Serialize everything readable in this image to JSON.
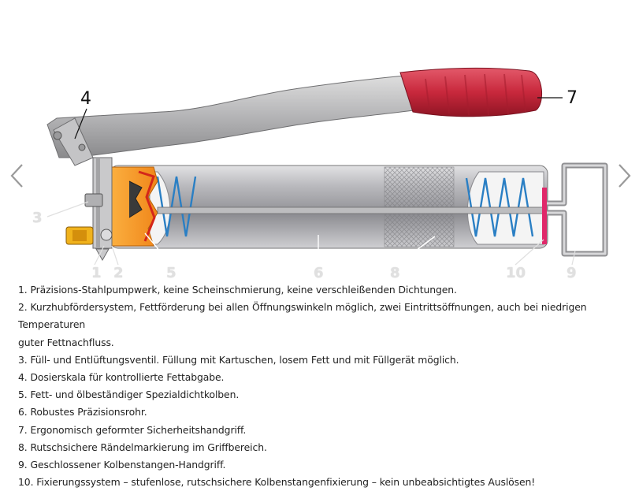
{
  "callouts": {
    "c1": "1",
    "c2": "2",
    "c3": "3",
    "c4": "4",
    "c5": "5",
    "c6": "6",
    "c7": "7",
    "c8": "8",
    "c9": "9",
    "c10": "10"
  },
  "colors": {
    "handle_grip": "#c8283c",
    "orange_cap": "#f59a1e",
    "spring": "#2a7fc4",
    "tube": "#a9a9ad"
  },
  "icons": {
    "prev": "chevron-left-icon",
    "next": "chevron-right-icon"
  },
  "features": [
    "1. Präzisions-Stahlpumpwerk, keine Scheinschmierung, keine verschleißenden Dichtungen.",
    "2. Kurzhubfördersystem, Fettförderung bei allen Öffnungswinkeln möglich, zwei Eintrittsöffnungen, auch bei niedrigen Temperaturen",
    "guter Fettnachfluss.",
    "3. Füll- und Entlüftungsventil. Füllung mit Kartuschen, losem Fett und mit Füllgerät möglich.",
    "4. Dosierskala für kontrollierte Fettabgabe.",
    "5. Fett- und ölbeständiger Spezialdichtkolben.",
    "6. Robustes Präzisionsrohr.",
    "7. Ergonomisch geformter Sicherheitshandgriff.",
    "8. Rutschsichere Rändelmarkierung im Griffbereich.",
    "9. Geschlossener Kolbenstangen-Handgriff.",
    "10. Fixierungssystem – stufenlose, rutschsichere Kolbenstangenfixierung – kein unbeabsichtigtes Auslösen!"
  ]
}
